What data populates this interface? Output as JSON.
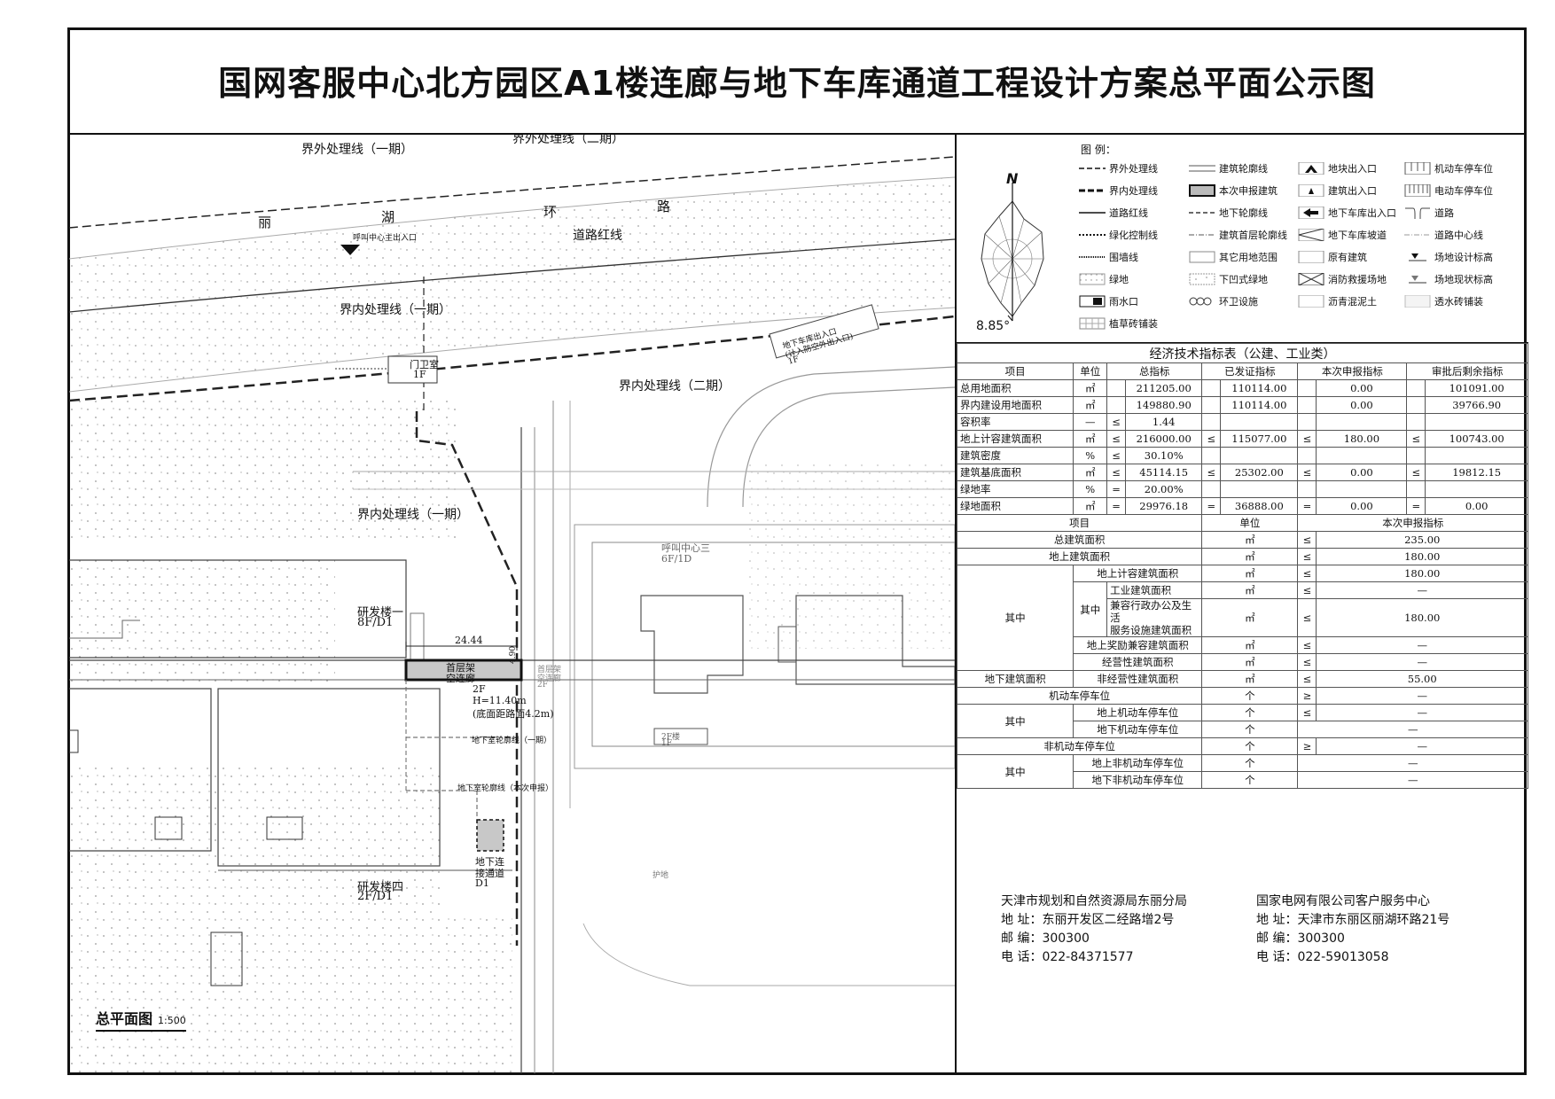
{
  "title": "国网客服中心北方园区A1楼连廊与地下车库通道工程设计方案总平面公示图",
  "map": {
    "labels": {
      "outer_line_phase1": "界外处理线（一期）",
      "outer_line_phase2": "界外处理线（二期）",
      "road_li": "丽",
      "road_hu": "湖",
      "road_huan": "环",
      "road_lu": "路",
      "main_entrance": "呼叫中心主出入口",
      "road_red_line": "道路红线",
      "inner_line_phase1_top": "界内处理线（一期）",
      "gate_room": "门卫室",
      "gate_room_floor": "1F",
      "inner_line_phase2": "界内处理线（二期）",
      "inner_line_phase1_mid": "界内处理线（一期）",
      "callcenter3": "呼叫中心三",
      "callcenter3_floor": "6F/1D",
      "rd1": "研发楼一",
      "rd1_floor": "8F/D1",
      "dim_width": "24.44",
      "dim_depth": "4.90",
      "corridor_name_1": "首层架",
      "corridor_name_2": "空连廊",
      "corridor_floor": "2F",
      "corridor_height": "H=11.40m",
      "corridor_clearance": "(底面距路面4.2m)",
      "basement_outline_1": "地下室轮廓线（一期）",
      "basement_outline_2": "地下室轮廓线（本次申报）",
      "underground_link_1": "地下连",
      "underground_link_2": "接通道",
      "underground_link_3": "D1",
      "rd4": "研发楼四",
      "rd4_floor": "2F/D1",
      "green_land": "护地",
      "small_bldg": "2F楼",
      "small_bldg_floor": "1F",
      "ramp_note_1": "地下车库出入口",
      "ramp_note_2": "(计入防空外出入口)",
      "ramp_note_3": "1F",
      "corridor_faint_1": "首层架",
      "corridor_faint_2": "空连廊",
      "corridor_faint_3": "2F"
    },
    "plan_title": "总平面图",
    "plan_scale": "1:500"
  },
  "legend": {
    "title": "图 例：",
    "north": "N",
    "declination": "8.85°",
    "items": [
      {
        "label": "界外处理线",
        "icon": "dashed-line"
      },
      {
        "label": "界内处理线",
        "icon": "bold-dashed-line"
      },
      {
        "label": "道路红线",
        "icon": "solid-line"
      },
      {
        "label": "绿化控制线",
        "icon": "dash-dot-line"
      },
      {
        "label": "围墙线",
        "icon": "dotted-line"
      },
      {
        "label": "绿地",
        "icon": "dotted-box"
      },
      {
        "label": "雨水口",
        "icon": "drain-box"
      },
      {
        "label": "植草砖铺装",
        "icon": "grass-brick"
      },
      {
        "label": "建筑轮廓线",
        "icon": "double-line"
      },
      {
        "label": "本次申报建筑",
        "icon": "gray-box"
      },
      {
        "label": "地下轮廓线",
        "icon": "dashed-line"
      },
      {
        "label": "建筑首层轮廓线",
        "icon": "dash-dot-line"
      },
      {
        "label": "其它用地范围",
        "icon": "plain-box"
      },
      {
        "label": "下凹式绿地",
        "icon": "dotted-box"
      },
      {
        "label": "环卫设施",
        "icon": "circles"
      },
      {
        "label": "地块出入口",
        "icon": "up-arrow"
      },
      {
        "label": "建筑出入口",
        "icon": "small-triangle"
      },
      {
        "label": "地下车库出入口",
        "icon": "left-arrow"
      },
      {
        "label": "地下车库坡道",
        "icon": "ramp"
      },
      {
        "label": "原有建筑",
        "icon": "plain-box"
      },
      {
        "label": "消防救援场地",
        "icon": "x-box"
      },
      {
        "label": "沥青混泥土",
        "icon": "plain-box"
      },
      {
        "label": "机动车停车位",
        "icon": "parking"
      },
      {
        "label": "电动车停车位",
        "icon": "parking"
      },
      {
        "label": "道路",
        "icon": "road"
      },
      {
        "label": "道路中心线",
        "icon": "centerline"
      },
      {
        "label": "场地设计标高",
        "icon": "elev-design"
      },
      {
        "label": "场地现状标高",
        "icon": "elev-existing"
      },
      {
        "label": "透水砖铺装",
        "icon": "light-box"
      }
    ]
  },
  "table": {
    "caption": "经济技术指标表（公建、工业类）",
    "head1": [
      "项目",
      "单位",
      "总指标",
      "已发证指标",
      "本次申报指标",
      "审批后剩余指标"
    ],
    "rows1": [
      {
        "item": "总用地面积",
        "unit": "㎡",
        "s1": "",
        "total": "211205.00",
        "s2": "",
        "issued": "110114.00",
        "s3": "",
        "current": "0.00",
        "s4": "",
        "remain": "101091.00"
      },
      {
        "item": "界内建设用地面积",
        "unit": "㎡",
        "s1": "",
        "total": "149880.90",
        "s2": "",
        "issued": "110114.00",
        "s3": "",
        "current": "0.00",
        "s4": "",
        "remain": "39766.90"
      },
      {
        "item": "容积率",
        "unit": "—",
        "s1": "≤",
        "total": "1.44",
        "s2": "",
        "issued": "",
        "s3": "",
        "current": "",
        "s4": "",
        "remain": ""
      },
      {
        "item": "地上计容建筑面积",
        "unit": "㎡",
        "s1": "≤",
        "total": "216000.00",
        "s2": "≤",
        "issued": "115077.00",
        "s3": "≤",
        "current": "180.00",
        "s4": "≤",
        "remain": "100743.00"
      },
      {
        "item": "建筑密度",
        "unit": "%",
        "s1": "≤",
        "total": "30.10%",
        "s2": "",
        "issued": "",
        "s3": "",
        "current": "",
        "s4": "",
        "remain": ""
      },
      {
        "item": "建筑基底面积",
        "unit": "㎡",
        "s1": "≤",
        "total": "45114.15",
        "s2": "≤",
        "issued": "25302.00",
        "s3": "≤",
        "current": "0.00",
        "s4": "≤",
        "remain": "19812.15"
      },
      {
        "item": "绿地率",
        "unit": "%",
        "s1": "=",
        "total": "20.00%",
        "s2": "",
        "issued": "",
        "s3": "",
        "current": "",
        "s4": "",
        "remain": ""
      },
      {
        "item": "绿地面积",
        "unit": "㎡",
        "s1": "=",
        "total": "29976.18",
        "s2": "=",
        "issued": "36888.00",
        "s3": "=",
        "current": "0.00",
        "s4": "=",
        "remain": "0.00"
      }
    ],
    "head2": [
      "项目",
      "单位",
      "本次申报指标"
    ],
    "rows2": {
      "total_area": {
        "label": "总建筑面积",
        "unit": "㎡",
        "sign": "≤",
        "value": "235.00"
      },
      "above_area": {
        "label": "地上建筑面积",
        "unit": "㎡",
        "sign": "≤",
        "value": "180.00"
      },
      "group_label": "其中",
      "sub_group_label": "其中",
      "above_fa": {
        "label": "地上计容建筑面积",
        "unit": "㎡",
        "sign": "≤",
        "value": "180.00"
      },
      "industrial": {
        "label": "工业建筑面积",
        "unit": "㎡",
        "sign": "≤",
        "value": "—"
      },
      "office_1": "兼容行政办公及生活",
      "office_2": "服务设施建筑面积",
      "office": {
        "unit": "㎡",
        "sign": "≤",
        "value": "180.00"
      },
      "bonus": {
        "label": "地上奖励兼容建筑面积",
        "unit": "㎡",
        "sign": "≤",
        "value": "—"
      },
      "under_label": "地下建筑面积",
      "operating": {
        "label": "经营性建筑面积",
        "unit": "㎡",
        "sign": "≤",
        "value": "—"
      },
      "non_operating": {
        "label": "非经营性建筑面积",
        "unit": "㎡",
        "sign": "≤",
        "value": "55.00"
      },
      "motor": {
        "label": "机动车停车位",
        "unit": "个",
        "sign": "≥",
        "value": "—"
      },
      "motor_group": "其中",
      "motor_above": {
        "label": "地上机动车停车位",
        "unit": "个",
        "sign": "≤",
        "value": "—"
      },
      "motor_under": {
        "label": "地下机动车停车位",
        "unit": "个",
        "sign": "",
        "value": "—"
      },
      "nonmotor": {
        "label": "非机动车停车位",
        "unit": "个",
        "sign": "≥",
        "value": "—"
      },
      "nonmotor_group": "其中",
      "nonmotor_above": {
        "label": "地上非机动车停车位",
        "unit": "个",
        "sign": "",
        "value": "—"
      },
      "nonmotor_under": {
        "label": "地下非机动车停车位",
        "unit": "个",
        "sign": "",
        "value": "—"
      }
    }
  },
  "info": {
    "left": {
      "org": "天津市规划和自然资源局东丽分局",
      "address": "地  址：东丽开发区二经路增2号",
      "postcode": "邮  编：300300",
      "phone": "电  话：022-84371577"
    },
    "right": {
      "org": "国家电网有限公司客户服务中心",
      "address": "地  址：天津市东丽区丽湖环路21号",
      "postcode": "邮  编：300300",
      "phone": "电  话：022-59013058"
    }
  }
}
